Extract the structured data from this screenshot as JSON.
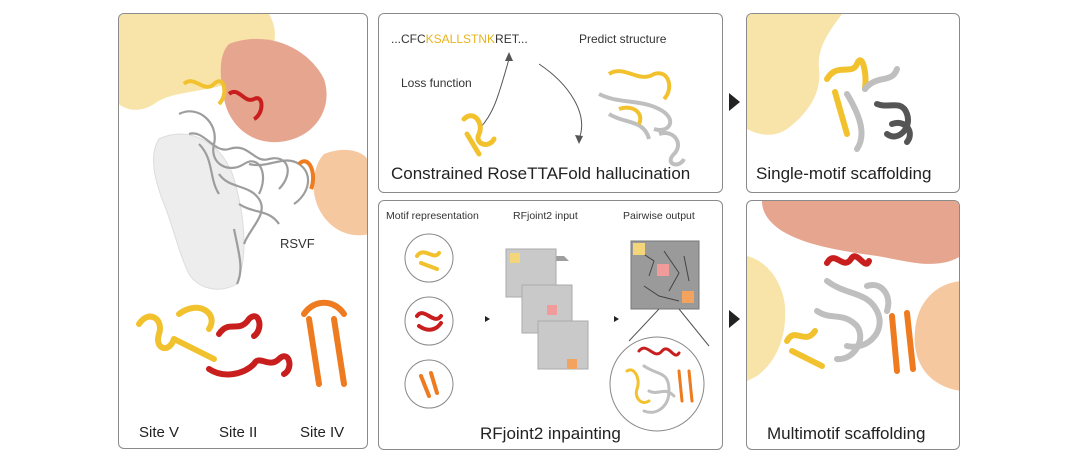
{
  "colors": {
    "site_v": "#f2c22e",
    "site_ii": "#c81e1e",
    "site_iv": "#ee7b1f",
    "protein_gray": "#bfbfbf",
    "surface_yellow": "#f8e3a8",
    "surface_salmon": "#e6a58f",
    "surface_peach": "#f6c8a0",
    "surface_white": "#ececec",
    "border": "#8a8a8a"
  },
  "left_panel": {
    "protein_label": "RSVF",
    "sites": [
      {
        "label": "Site V",
        "color": "#f2c22e"
      },
      {
        "label": "Site II",
        "color": "#c81e1e"
      },
      {
        "label": "Site IV",
        "color": "#ee7b1f"
      }
    ]
  },
  "hallucination_panel": {
    "sequence_prefix": "...CFC",
    "sequence_motif": "KSALLSTNK",
    "sequence_suffix": "RET...",
    "predict_label": "Predict structure",
    "loss_label": "Loss function",
    "caption": "Constrained RoseTTAFold hallucination"
  },
  "single_panel": {
    "caption": "Single-motif scaffolding"
  },
  "inpainting_panel": {
    "col_motif_label": "Motif representation",
    "col_input_label": "RFjoint2 input",
    "col_output_label": "Pairwise output",
    "caption": "RFjoint2 inpainting"
  },
  "multi_panel": {
    "caption": "Multimotif scaffolding"
  },
  "icons": {
    "flow_arrow": "right-triangle-arrow",
    "small_arrow": "small-right-triangle-arrow"
  }
}
